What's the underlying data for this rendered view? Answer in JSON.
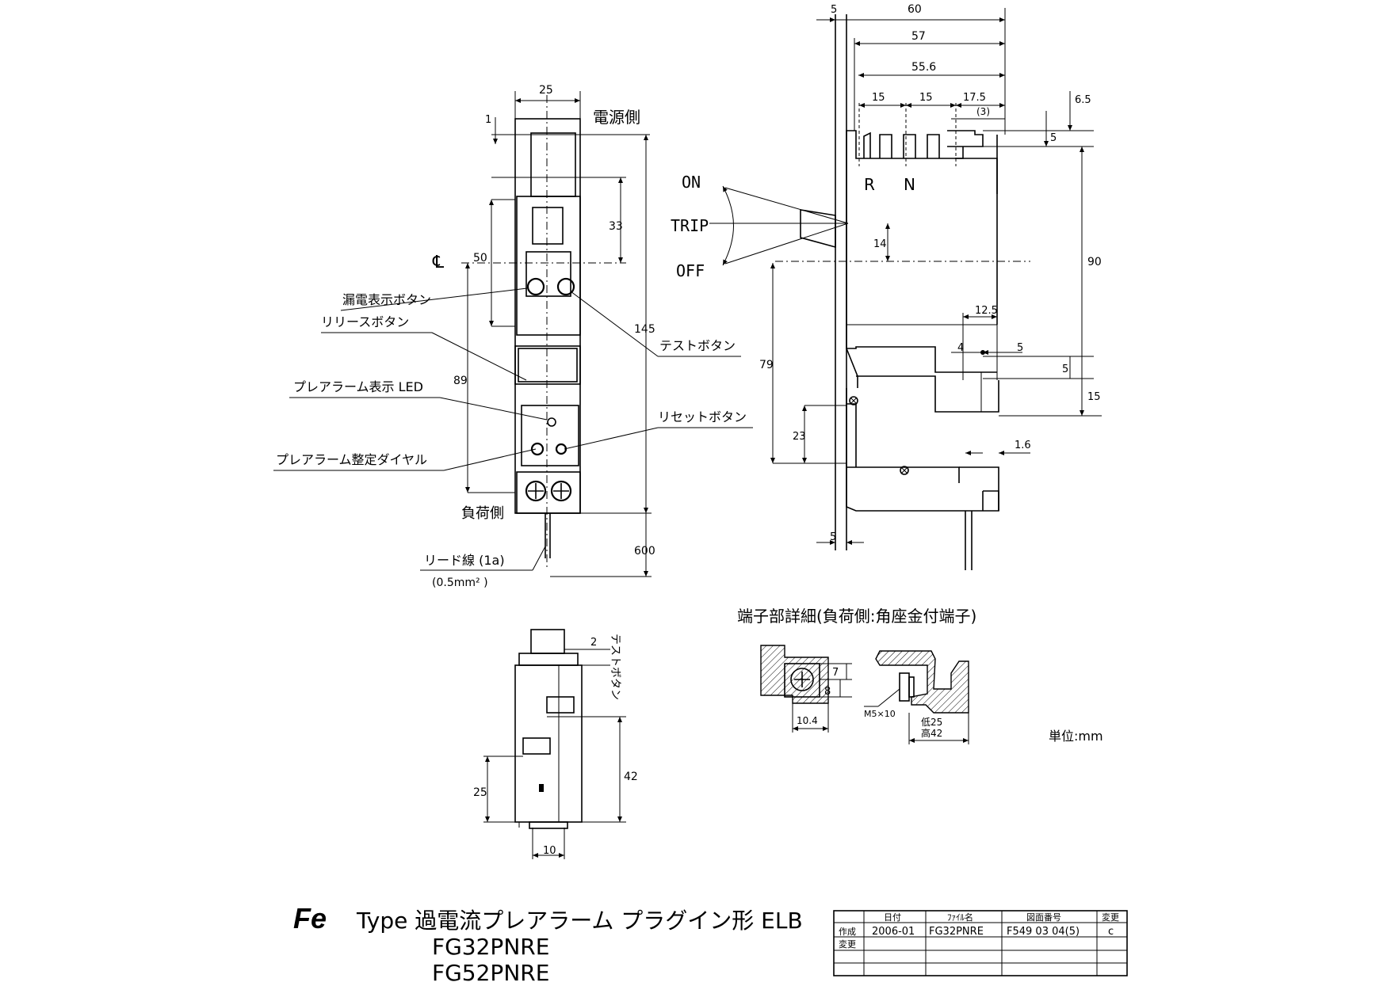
{
  "front_view": {
    "dims": {
      "width": "25",
      "top_gap": "1",
      "d33": "33",
      "d50": "50",
      "d145": "145",
      "d89": "89",
      "d600": "600"
    },
    "side_labels": {
      "source": "電源側",
      "load": "負荷側"
    },
    "centerline_symbol": "℄",
    "callouts": {
      "leak_indicator": "漏電表示ボタン",
      "release": "リリースボタン",
      "test": "テストボタン",
      "prealarm_led": "プレアラーム表示 LED",
      "reset": "リセットボタン",
      "prealarm_dial": "プレアラーム整定ダイヤル",
      "lead_wire": "リード線 (1a)",
      "lead_wire_size": "(0.5mm² )"
    }
  },
  "side_view": {
    "dims": {
      "d5_top": "5",
      "d60": "60",
      "d57": "57",
      "d55_6": "55.6",
      "d15a": "15",
      "d15b": "15",
      "d17_5": "17.5",
      "d3": "(3)",
      "d6_5": "6.5",
      "d5_term": "5",
      "d90": "90",
      "d14": "14",
      "d12_5": "12.5",
      "d4": "4",
      "d5_mid": "5",
      "d5_low": "5",
      "d15_low": "15",
      "d79": "79",
      "d23": "23",
      "d1_6": "1.6",
      "d5_bottom": "5"
    },
    "handle": {
      "on": "ON",
      "trip": "TRIP",
      "off": "OFF"
    },
    "terminal_letters": {
      "r": "R",
      "n": "N"
    }
  },
  "bottom_view": {
    "dims": {
      "d2": "2",
      "d42": "42",
      "d25": "25",
      "d10": "10"
    },
    "test_button_label": "テストボタン"
  },
  "terminal_detail": {
    "title": "端子部詳細(負荷側:角座金付端子)",
    "dims": {
      "d7": "7",
      "d8": "8",
      "d10_4": "10.4",
      "screw": "M5×10",
      "low": "低25",
      "high": "高42"
    }
  },
  "unit_label": "単位:mm",
  "title_block": {
    "logo": "Fe",
    "type_line": "Type  過電流プレアラーム  プラグイン形 ELB",
    "model1": "FG32PNRE",
    "model2": "FG52PNRE"
  },
  "revision_table": {
    "headers": [
      "",
      "日付",
      "ﾌｧｲﾙ名",
      "図面番号",
      "変更"
    ],
    "rows": [
      [
        "作成",
        "2006-01",
        "FG32PNRE",
        "F549 03 04(5)",
        "c"
      ],
      [
        "変更",
        "",
        "",
        "",
        ""
      ]
    ]
  }
}
